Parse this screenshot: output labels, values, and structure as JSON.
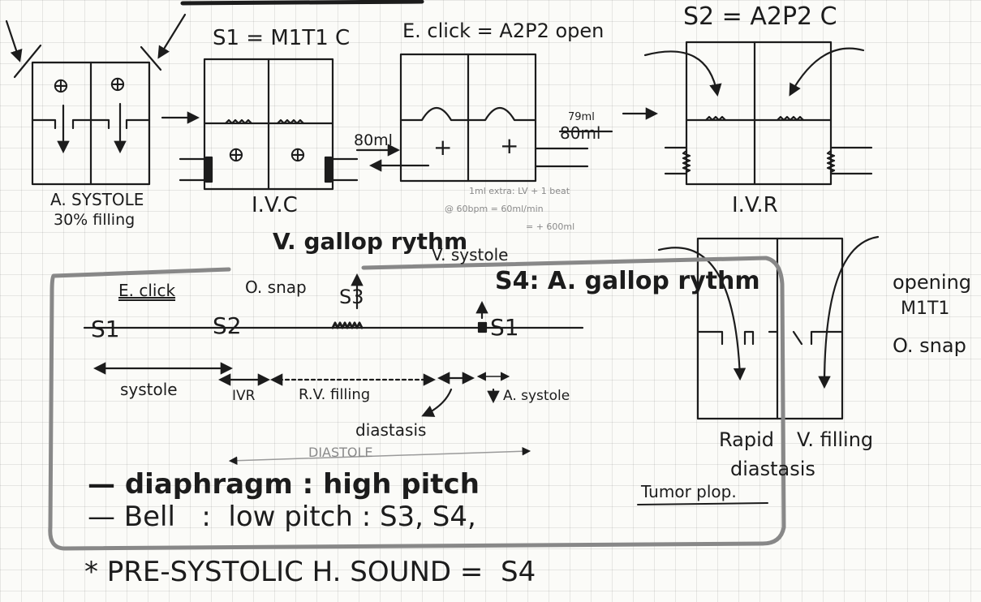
{
  "panels": {
    "atrial_systole": {
      "label": "A. SYSTOLE",
      "sub": "30% filling",
      "plus": "⊕"
    },
    "ivc": {
      "formula": "S1 = M1T1 C",
      "label": "I.V.C",
      "plus": "⊕"
    },
    "ejection": {
      "formula": "E. click = A2P2 open",
      "vol_in": "80ml",
      "vol_out_top": "79ml",
      "vol_out": "80ml",
      "plus": "+",
      "note_line1": "1ml extra: LV + 1 beat",
      "note_line2": "@ 60bpm = 60ml/min",
      "note_line3": "= + 600ml"
    },
    "ivr": {
      "formula": "S2 = A2P2 C",
      "label": "I.V.R"
    },
    "filling": {
      "label_left": "Rapid",
      "label_right": "V. filling",
      "label_sub": "diastasis",
      "side_1": "opening",
      "side_2": "M1T1",
      "side_3": "O. snap"
    }
  },
  "timeline": {
    "s3_caption": "V. gallop rythm",
    "v_systole": "V. systole",
    "s4_caption": "S4: A. gallop rythm",
    "e_click": "E. click",
    "o_snap": "O. snap",
    "s3": "S3",
    "s1": "S1",
    "s2": "S2",
    "systole": "systole",
    "ivr": "IVR",
    "rv_filling": "R.V. filling",
    "a_systole": "A. systole",
    "diastasis": "diastasis",
    "diastole": "DIASTOLE"
  },
  "notes": {
    "line1": "— diaphragm : high pitch",
    "line2_a": "— Bell   :  low pitch : S3, S4,",
    "line2_b": "Tumor plop.",
    "line3": "* PRE-SYSTOLIC H. SOUND =  S4"
  }
}
